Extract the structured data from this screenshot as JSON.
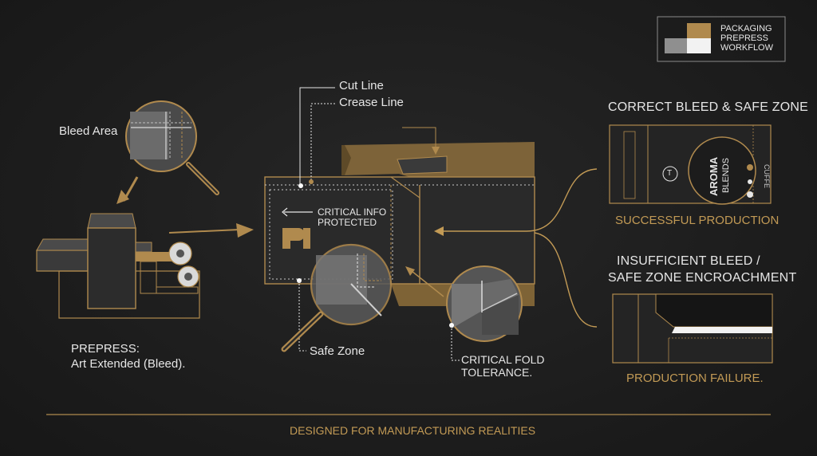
{
  "badge": {
    "lines": [
      "PACKAGING",
      "PREPRESS",
      "WORKFLOW"
    ],
    "colors": {
      "gold": "#b08a4e",
      "white": "#f2f2f2",
      "gray": "#8f8f8f"
    }
  },
  "callouts": {
    "bleed_area": "Bleed Area",
    "cut_line": "Cut Line",
    "crease_line": "Crease Line",
    "critical_info": [
      "CRITICAL INFO",
      "PROTECTED"
    ],
    "safe_zone": "Safe Zone",
    "critical_fold": [
      "CRITICAL FOLD",
      "TOLERANCE."
    ],
    "prepress": [
      "PREPRESS:",
      "Art Extended (Bleed)."
    ]
  },
  "panels": {
    "correct": {
      "title": "CORRECT BLEED & SAFE ZONE",
      "result": "SUCCESSFUL PRODUCTION",
      "package_text": {
        "brand_line1": "AROMA",
        "brand_line2": "BLENDS",
        "side": "CUFFE",
        "logo": "T"
      }
    },
    "incorrect": {
      "title": [
        "INSUFFICIENT BLEED /",
        "SAFE ZONE ENCROACHMENT"
      ],
      "result": "PRODUCTION FAILURE."
    }
  },
  "footer": {
    "tagline": "DESIGNED FOR MANUFACTURING REALITIES"
  },
  "colors": {
    "accent": "#b08a4e",
    "background": "#1f1f1f",
    "text": "#e6e6e6"
  }
}
